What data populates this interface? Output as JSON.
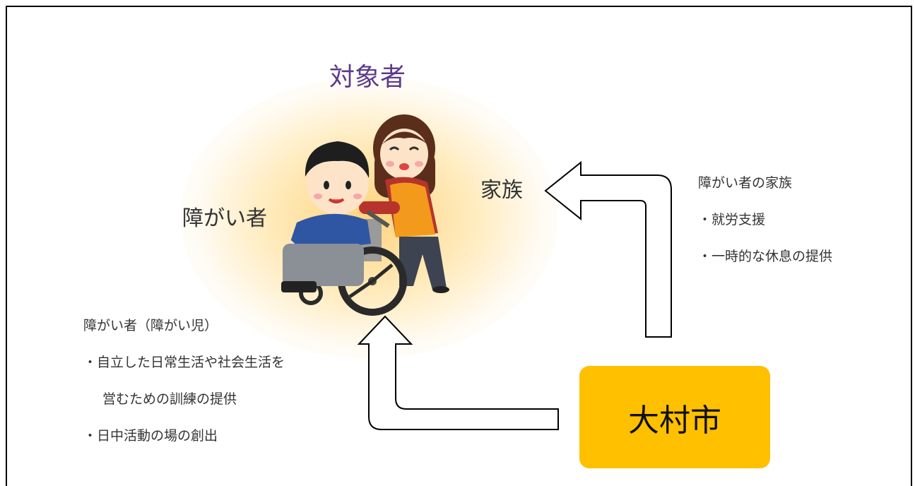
{
  "target_group": {
    "title": "対象者",
    "disabled_label": "障がい者",
    "family_label": "家族"
  },
  "family_support": {
    "heading": "障がい者の家族",
    "items": [
      "・就労支援",
      "・一時的な休息の提供"
    ]
  },
  "disabled_support": {
    "heading": "障がい者（障がい児）",
    "lines": [
      "・自立した日常生活や社会生活を",
      "営むための訓練の提供",
      "・日中活動の場の創出"
    ]
  },
  "provider": {
    "label": "大村市",
    "color": "#ffc000"
  },
  "icons": [
    "wheelchair-illustration",
    "caregiver-illustration",
    "arrow-to-family",
    "arrow-to-disabled"
  ]
}
